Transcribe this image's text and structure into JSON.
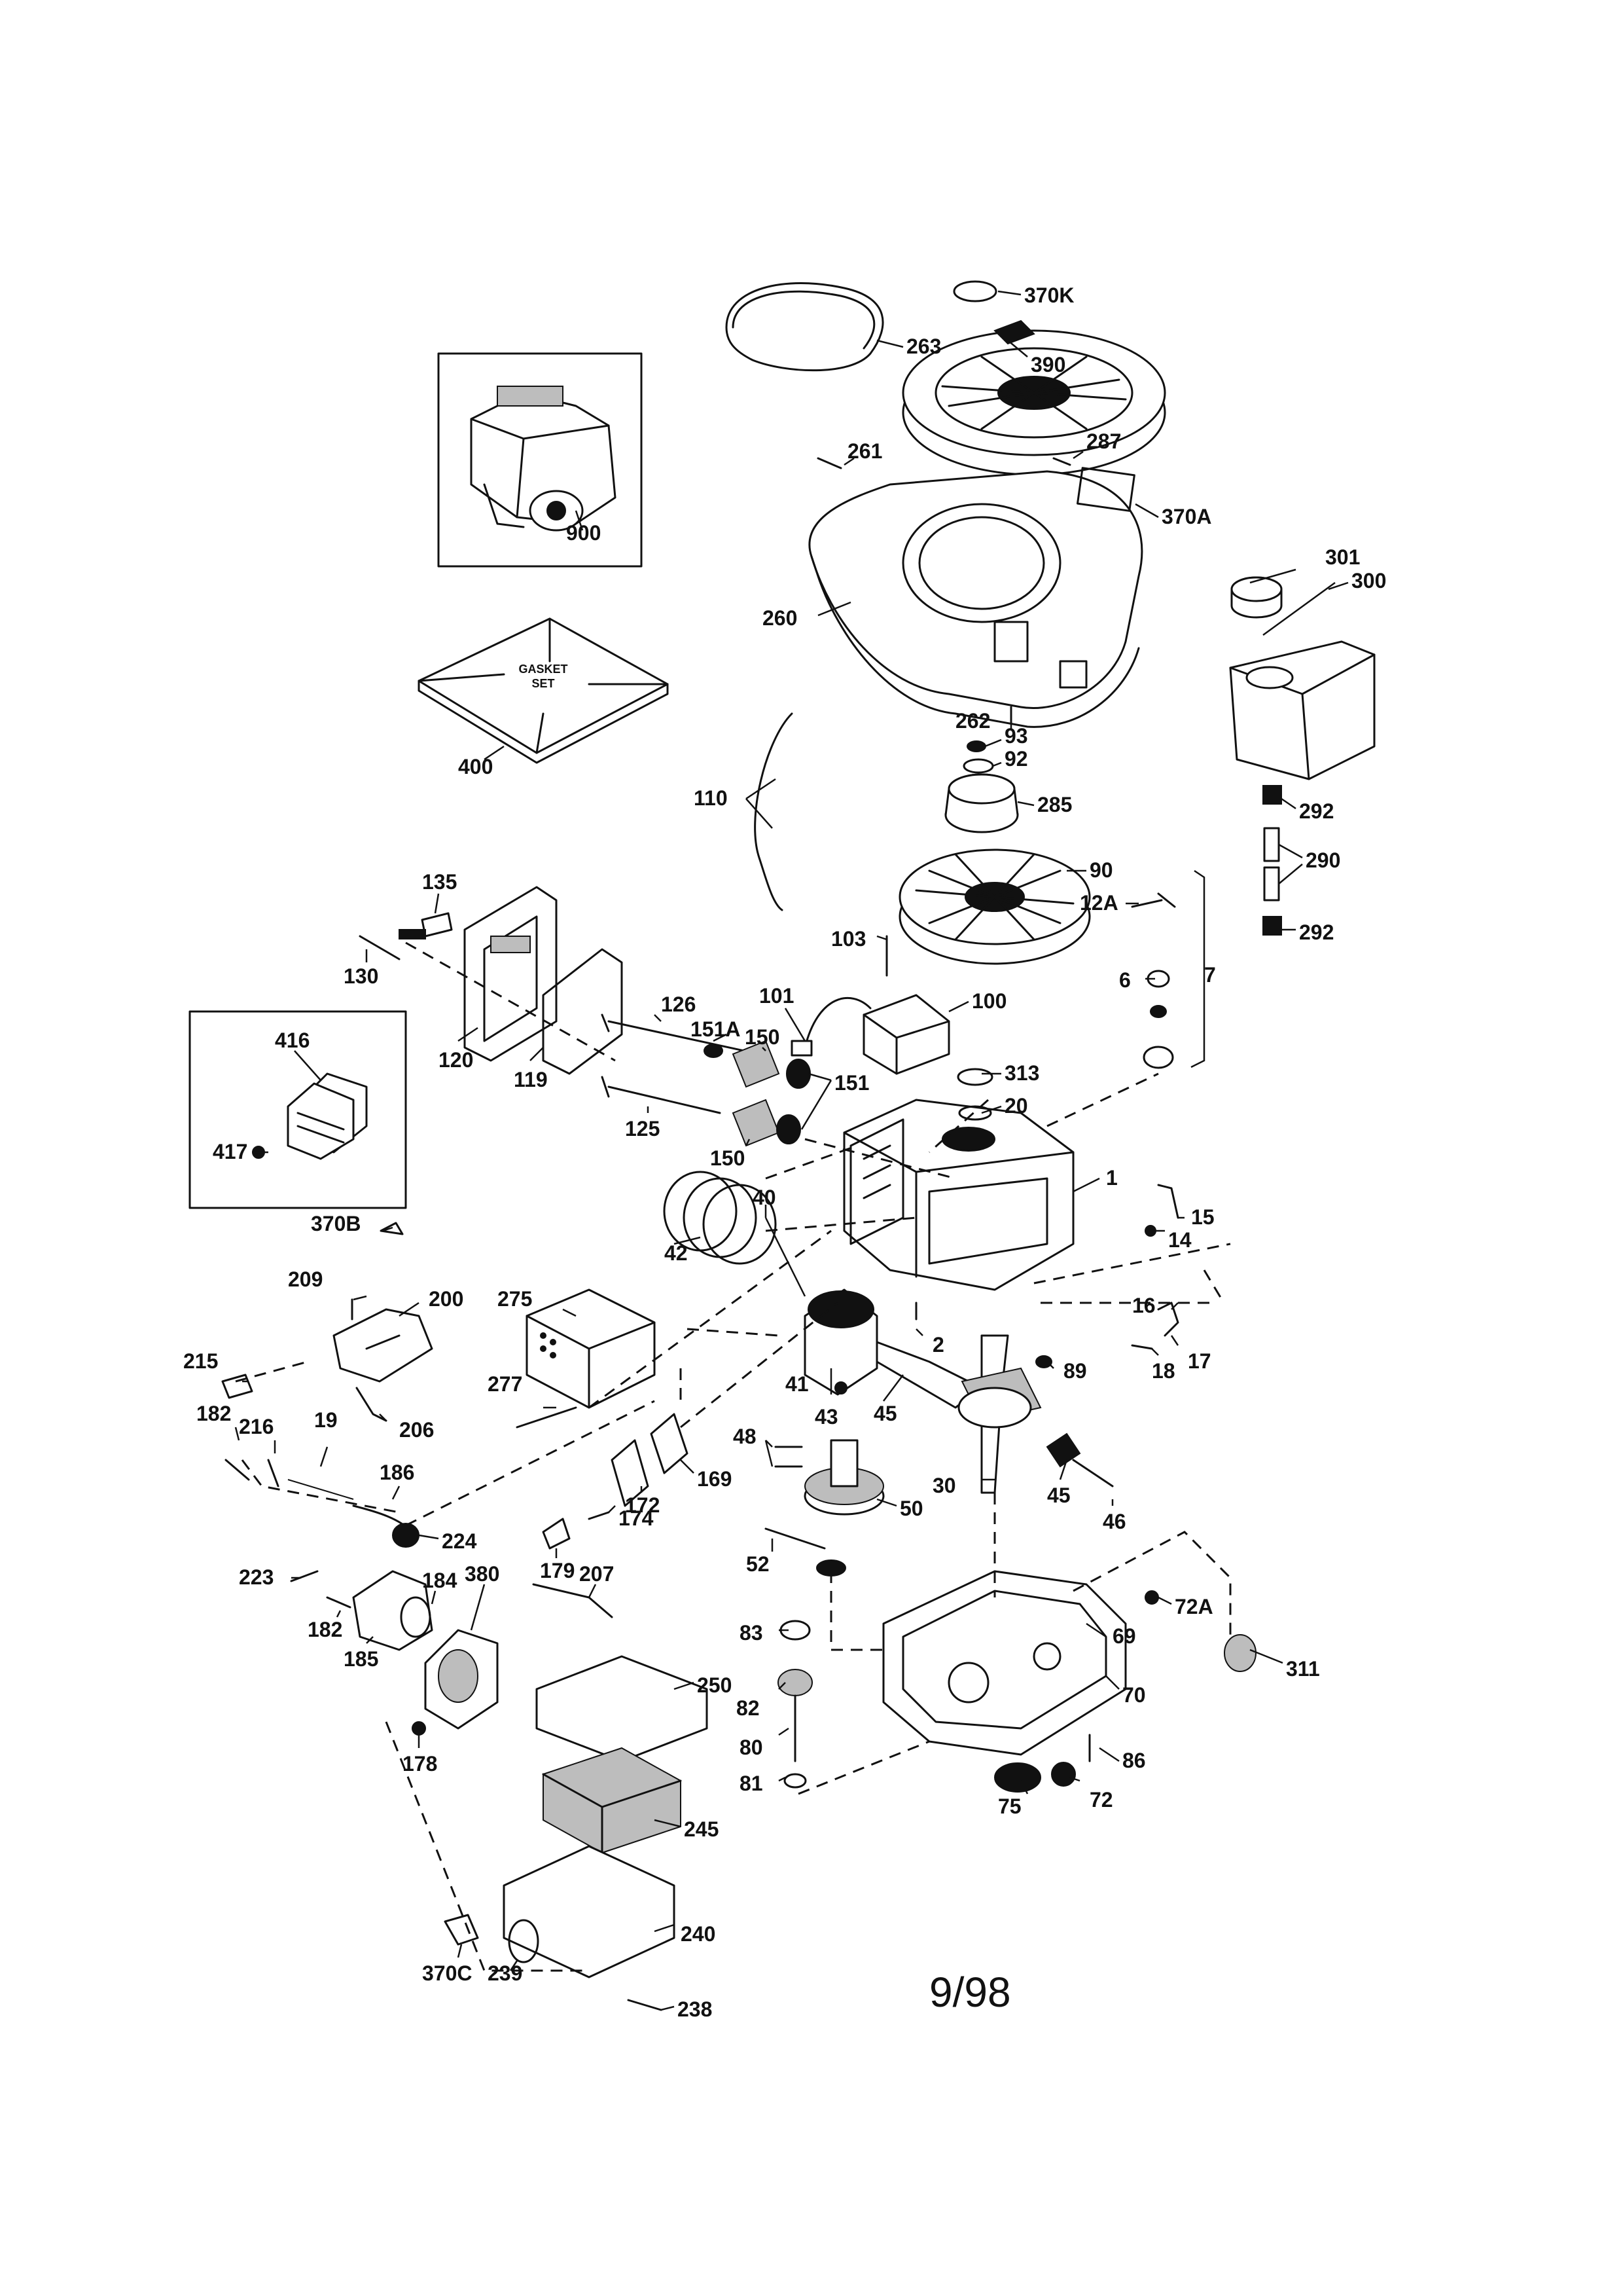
{
  "labels": {
    "p370K": "370K",
    "p263": "263",
    "p390": "390",
    "p261": "261",
    "p287": "287",
    "p370A": "370A",
    "p900": "900",
    "p260": "260",
    "p301": "301",
    "p300": "300",
    "p400": "400",
    "p262": "262",
    "p93": "93",
    "p92": "92",
    "p110": "110",
    "p285": "285",
    "p292a": "292",
    "p290": "290",
    "p292b": "292",
    "p90": "90",
    "p12A": "12A",
    "p135": "135",
    "p7": "7",
    "p103": "103",
    "p130": "130",
    "p101": "101",
    "p100": "100",
    "p6": "6",
    "p126": "126",
    "p120": "120",
    "p151A": "151A",
    "p150a": "150",
    "p416": "416",
    "p119": "119",
    "p313": "313",
    "p20": "20",
    "p417": "417",
    "p125": "125",
    "p151": "151",
    "p1": "1",
    "p150b": "150",
    "p40": "40",
    "p370B": "370B",
    "p15": "15",
    "p14": "14",
    "p42": "42",
    "p209": "209",
    "p275": "275",
    "p200": "200",
    "p16": "16",
    "p2": "2",
    "p17": "17",
    "p215": "215",
    "p89": "89",
    "p18": "18",
    "p41": "41",
    "p277": "277",
    "p206": "206",
    "p43": "43",
    "p45a": "45",
    "p182a": "182",
    "p216": "216",
    "p19": "19",
    "p48": "48",
    "p186": "186",
    "p169": "169",
    "p30": "30",
    "p45b": "45",
    "p46": "46",
    "p172": "172",
    "p174": "174",
    "p50": "50",
    "p224": "224",
    "p179": "179",
    "p223": "223",
    "p380": "380",
    "p207": "207",
    "p52": "52",
    "p184": "184",
    "p72A": "72A",
    "p182b": "182",
    "p83": "83",
    "p69": "69",
    "p311": "311",
    "p185": "185",
    "p70": "70",
    "p250": "250",
    "p82": "82",
    "p178": "178",
    "p80": "80",
    "p86": "86",
    "p81": "81",
    "p75": "75",
    "p72": "72",
    "p245": "245",
    "p240": "240",
    "p370C": "370C",
    "p239": "239",
    "p238": "238"
  },
  "gasket_box": {
    "line1": "GASKET",
    "line2": "SET"
  },
  "date_code": "9/98"
}
